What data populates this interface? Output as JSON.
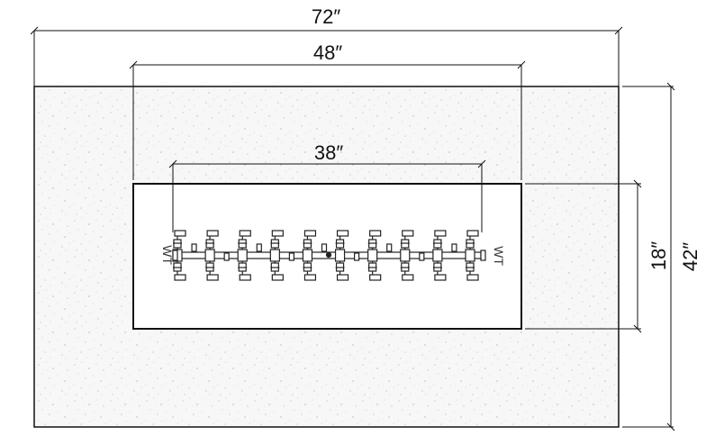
{
  "dimensions": {
    "overall_width": "72″",
    "opening_width": "48″",
    "burner_width": "38″",
    "opening_depth": "18″",
    "overall_depth": "42″"
  },
  "burner": {
    "left_label": "WT",
    "right_label": "WT",
    "jet_pairs": 10
  },
  "colors": {
    "line": "#111111",
    "concrete": "#f7f7f7",
    "speckle": "#b8b8b8",
    "opening": "#ffffff"
  }
}
